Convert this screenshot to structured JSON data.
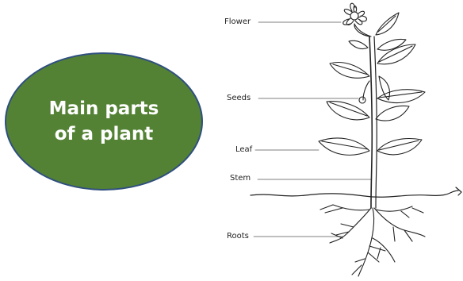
{
  "title": {
    "line1": "Main parts",
    "line2": "of a plant"
  },
  "labels": {
    "flower": "Flower",
    "seeds": "Seeds",
    "leaf": "Leaf",
    "stem": "Stem",
    "roots": "Roots"
  },
  "colors": {
    "ellipse_fill": "#548235",
    "ellipse_stroke": "#2F4F7F",
    "text": "#ffffff",
    "line_art": "#222222"
  }
}
